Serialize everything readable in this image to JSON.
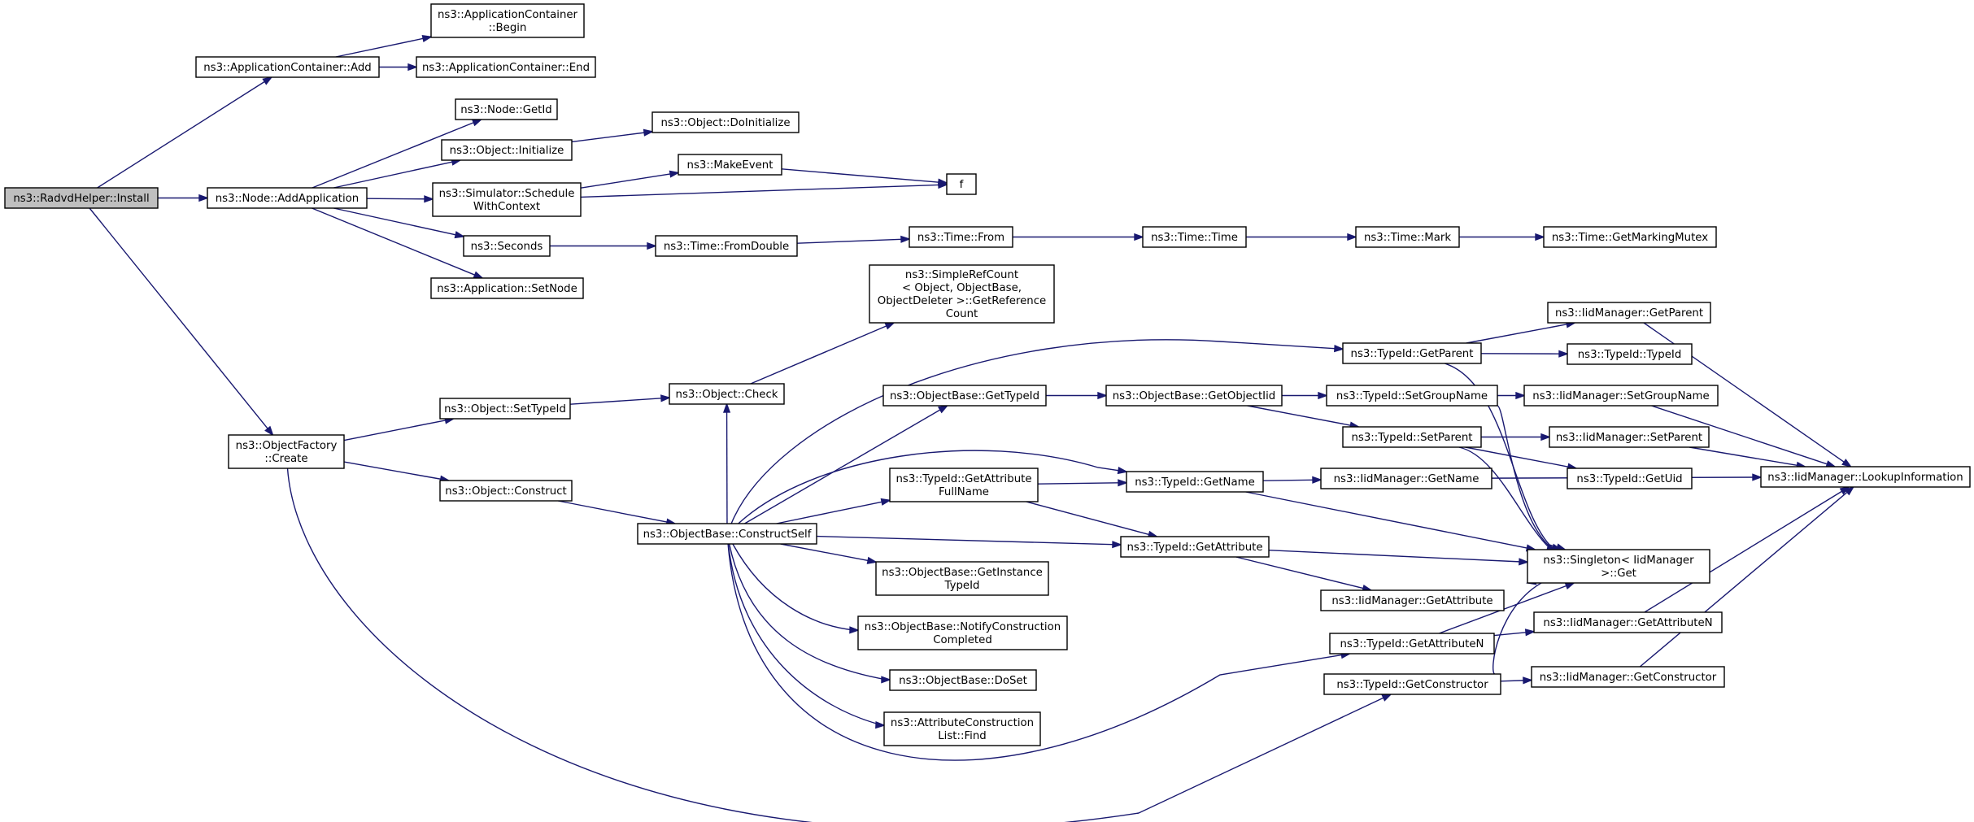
{
  "diagram": {
    "title": "",
    "edge_color": "#191970",
    "root_fill": "#bfbfbf",
    "node_fill": "#ffffff",
    "nodes": [
      {
        "id": "install",
        "lines": [
          "ns3::RadvdHelper::Install"
        ],
        "root": true
      },
      {
        "id": "appcontainer_add",
        "lines": [
          "ns3::ApplicationContainer::Add"
        ]
      },
      {
        "id": "appcontainer_begin",
        "lines": [
          "ns3::ApplicationContainer",
          "::Begin"
        ]
      },
      {
        "id": "appcontainer_end",
        "lines": [
          "ns3::ApplicationContainer::End"
        ]
      },
      {
        "id": "node_addapplication",
        "lines": [
          "ns3::Node::AddApplication"
        ]
      },
      {
        "id": "node_getid",
        "lines": [
          "ns3::Node::GetId"
        ]
      },
      {
        "id": "object_initialize",
        "lines": [
          "ns3::Object::Initialize"
        ]
      },
      {
        "id": "object_doinitialize",
        "lines": [
          "ns3::Object::DoInitialize"
        ]
      },
      {
        "id": "simulator_schedule",
        "lines": [
          "ns3::Simulator::Schedule",
          "WithContext"
        ]
      },
      {
        "id": "makeevent",
        "lines": [
          "ns3::MakeEvent"
        ]
      },
      {
        "id": "f",
        "lines": [
          "f"
        ]
      },
      {
        "id": "seconds",
        "lines": [
          "ns3::Seconds"
        ]
      },
      {
        "id": "time_fromdouble",
        "lines": [
          "ns3::Time::FromDouble"
        ]
      },
      {
        "id": "time_from",
        "lines": [
          "ns3::Time::From"
        ]
      },
      {
        "id": "time_time",
        "lines": [
          "ns3::Time::Time"
        ]
      },
      {
        "id": "time_mark",
        "lines": [
          "ns3::Time::Mark"
        ]
      },
      {
        "id": "time_getmarkingmutex",
        "lines": [
          "ns3::Time::GetMarkingMutex"
        ]
      },
      {
        "id": "application_setnode",
        "lines": [
          "ns3::Application::SetNode"
        ]
      },
      {
        "id": "objectfactory_create",
        "lines": [
          "ns3::ObjectFactory",
          "::Create"
        ]
      },
      {
        "id": "object_settypeid",
        "lines": [
          "ns3::Object::SetTypeId"
        ]
      },
      {
        "id": "object_check",
        "lines": [
          "ns3::Object::Check"
        ]
      },
      {
        "id": "simplerefcount",
        "lines": [
          "ns3::SimpleRefCount",
          "< Object, ObjectBase,",
          "ObjectDeleter >::GetReference",
          "Count"
        ]
      },
      {
        "id": "object_construct",
        "lines": [
          "ns3::Object::Construct"
        ]
      },
      {
        "id": "objectbase_constructself",
        "lines": [
          "ns3::ObjectBase::ConstructSelf"
        ]
      },
      {
        "id": "objectbase_gettypeid",
        "lines": [
          "ns3::ObjectBase::GetTypeId"
        ]
      },
      {
        "id": "objectbase_getobjectiid",
        "lines": [
          "ns3::ObjectBase::GetObjectIid"
        ]
      },
      {
        "id": "typeid_getattributefullname",
        "lines": [
          "ns3::TypeId::GetAttribute",
          "FullName"
        ]
      },
      {
        "id": "typeid_getname",
        "lines": [
          "ns3::TypeId::GetName"
        ]
      },
      {
        "id": "typeid_getattribute",
        "lines": [
          "ns3::TypeId::GetAttribute"
        ]
      },
      {
        "id": "objectbase_getinstancetypeid",
        "lines": [
          "ns3::ObjectBase::GetInstance",
          "TypeId"
        ]
      },
      {
        "id": "objectbase_notifyconstructioncompleted",
        "lines": [
          "ns3::ObjectBase::NotifyConstruction",
          "Completed"
        ]
      },
      {
        "id": "objectbase_doset",
        "lines": [
          "ns3::ObjectBase::DoSet"
        ]
      },
      {
        "id": "attributeconstructionlist_find",
        "lines": [
          "ns3::AttributeConstruction",
          "List::Find"
        ]
      },
      {
        "id": "typeid_getparent",
        "lines": [
          "ns3::TypeId::GetParent"
        ]
      },
      {
        "id": "typeid_setgroupname",
        "lines": [
          "ns3::TypeId::SetGroupName"
        ]
      },
      {
        "id": "typeid_setparent",
        "lines": [
          "ns3::TypeId::SetParent"
        ]
      },
      {
        "id": "iidmanager_getname",
        "lines": [
          "ns3::IidManager::GetName"
        ]
      },
      {
        "id": "iidmanager_getattribute",
        "lines": [
          "ns3::IidManager::GetAttribute"
        ]
      },
      {
        "id": "typeid_getattributen",
        "lines": [
          "ns3::TypeId::GetAttributeN"
        ]
      },
      {
        "id": "typeid_getconstructor",
        "lines": [
          "ns3::TypeId::GetConstructor"
        ]
      },
      {
        "id": "iidmanager_getparent",
        "lines": [
          "ns3::IidManager::GetParent"
        ]
      },
      {
        "id": "typeid_typeid",
        "lines": [
          "ns3::TypeId::TypeId"
        ]
      },
      {
        "id": "iidmanager_setgroupname",
        "lines": [
          "ns3::IidManager::SetGroupName"
        ]
      },
      {
        "id": "iidmanager_setparent",
        "lines": [
          "ns3::IidManager::SetParent"
        ]
      },
      {
        "id": "typeid_getuid",
        "lines": [
          "ns3::TypeId::GetUid"
        ]
      },
      {
        "id": "singleton_get",
        "lines": [
          "ns3::Singleton< IidManager",
          ">::Get"
        ]
      },
      {
        "id": "iidmanager_getattributen",
        "lines": [
          "ns3::IidManager::GetAttributeN"
        ]
      },
      {
        "id": "iidmanager_getconstructor",
        "lines": [
          "ns3::IidManager::GetConstructor"
        ]
      },
      {
        "id": "iidmanager_lookupinformation",
        "lines": [
          "ns3::IidManager::LookupInformation"
        ]
      }
    ],
    "edges": [
      [
        "install",
        "appcontainer_add"
      ],
      [
        "install",
        "node_addapplication"
      ],
      [
        "install",
        "objectfactory_create"
      ],
      [
        "appcontainer_add",
        "appcontainer_begin"
      ],
      [
        "appcontainer_add",
        "appcontainer_end"
      ],
      [
        "node_addapplication",
        "node_getid"
      ],
      [
        "node_addapplication",
        "object_initialize"
      ],
      [
        "node_addapplication",
        "simulator_schedule"
      ],
      [
        "node_addapplication",
        "seconds"
      ],
      [
        "node_addapplication",
        "application_setnode"
      ],
      [
        "object_initialize",
        "object_doinitialize"
      ],
      [
        "simulator_schedule",
        "makeevent"
      ],
      [
        "simulator_schedule",
        "f"
      ],
      [
        "makeevent",
        "f"
      ],
      [
        "seconds",
        "time_fromdouble"
      ],
      [
        "time_fromdouble",
        "time_from"
      ],
      [
        "time_from",
        "time_time"
      ],
      [
        "time_time",
        "time_mark"
      ],
      [
        "time_mark",
        "time_getmarkingmutex"
      ],
      [
        "objectfactory_create",
        "object_settypeid"
      ],
      [
        "objectfactory_create",
        "object_construct"
      ],
      [
        "objectfactory_create",
        "typeid_getconstructor"
      ],
      [
        "object_settypeid",
        "object_check"
      ],
      [
        "object_check",
        "simplerefcount"
      ],
      [
        "object_construct",
        "objectbase_constructself"
      ],
      [
        "objectbase_constructself",
        "object_check"
      ],
      [
        "objectbase_constructself",
        "typeid_getparent"
      ],
      [
        "objectbase_constructself",
        "objectbase_gettypeid"
      ],
      [
        "objectbase_constructself",
        "typeid_getname"
      ],
      [
        "objectbase_constructself",
        "typeid_getattributefullname"
      ],
      [
        "objectbase_constructself",
        "typeid_getattribute"
      ],
      [
        "objectbase_constructself",
        "objectbase_getinstancetypeid"
      ],
      [
        "objectbase_constructself",
        "objectbase_notifyconstructioncompleted"
      ],
      [
        "objectbase_constructself",
        "objectbase_doset"
      ],
      [
        "objectbase_constructself",
        "attributeconstructionlist_find"
      ],
      [
        "objectbase_constructself",
        "typeid_getattributen"
      ],
      [
        "objectbase_gettypeid",
        "objectbase_getobjectiid"
      ],
      [
        "objectbase_getobjectiid",
        "typeid_setgroupname"
      ],
      [
        "objectbase_getobjectiid",
        "typeid_setparent"
      ],
      [
        "typeid_getattributefullname",
        "typeid_getname"
      ],
      [
        "typeid_getattributefullname",
        "typeid_getattribute"
      ],
      [
        "typeid_getname",
        "iidmanager_getname"
      ],
      [
        "typeid_getname",
        "singleton_get"
      ],
      [
        "typeid_getattribute",
        "singleton_get"
      ],
      [
        "typeid_getattribute",
        "iidmanager_getattribute"
      ],
      [
        "typeid_getparent",
        "iidmanager_getparent"
      ],
      [
        "typeid_getparent",
        "typeid_typeid"
      ],
      [
        "typeid_getparent",
        "singleton_get"
      ],
      [
        "typeid_setgroupname",
        "iidmanager_setgroupname"
      ],
      [
        "typeid_setgroupname",
        "singleton_get"
      ],
      [
        "typeid_setparent",
        "iidmanager_setparent"
      ],
      [
        "typeid_setparent",
        "typeid_getuid"
      ],
      [
        "typeid_setparent",
        "singleton_get"
      ],
      [
        "typeid_getattributen",
        "singleton_get"
      ],
      [
        "typeid_getattributen",
        "iidmanager_getattributen"
      ],
      [
        "typeid_getconstructor",
        "singleton_get"
      ],
      [
        "typeid_getconstructor",
        "iidmanager_getconstructor"
      ],
      [
        "iidmanager_getparent",
        "iidmanager_lookupinformation"
      ],
      [
        "iidmanager_setgroupname",
        "iidmanager_lookupinformation"
      ],
      [
        "iidmanager_setparent",
        "iidmanager_lookupinformation"
      ],
      [
        "iidmanager_getname",
        "iidmanager_lookupinformation"
      ],
      [
        "iidmanager_getattributen",
        "iidmanager_lookupinformation"
      ],
      [
        "iidmanager_getconstructor",
        "iidmanager_lookupinformation"
      ]
    ]
  }
}
